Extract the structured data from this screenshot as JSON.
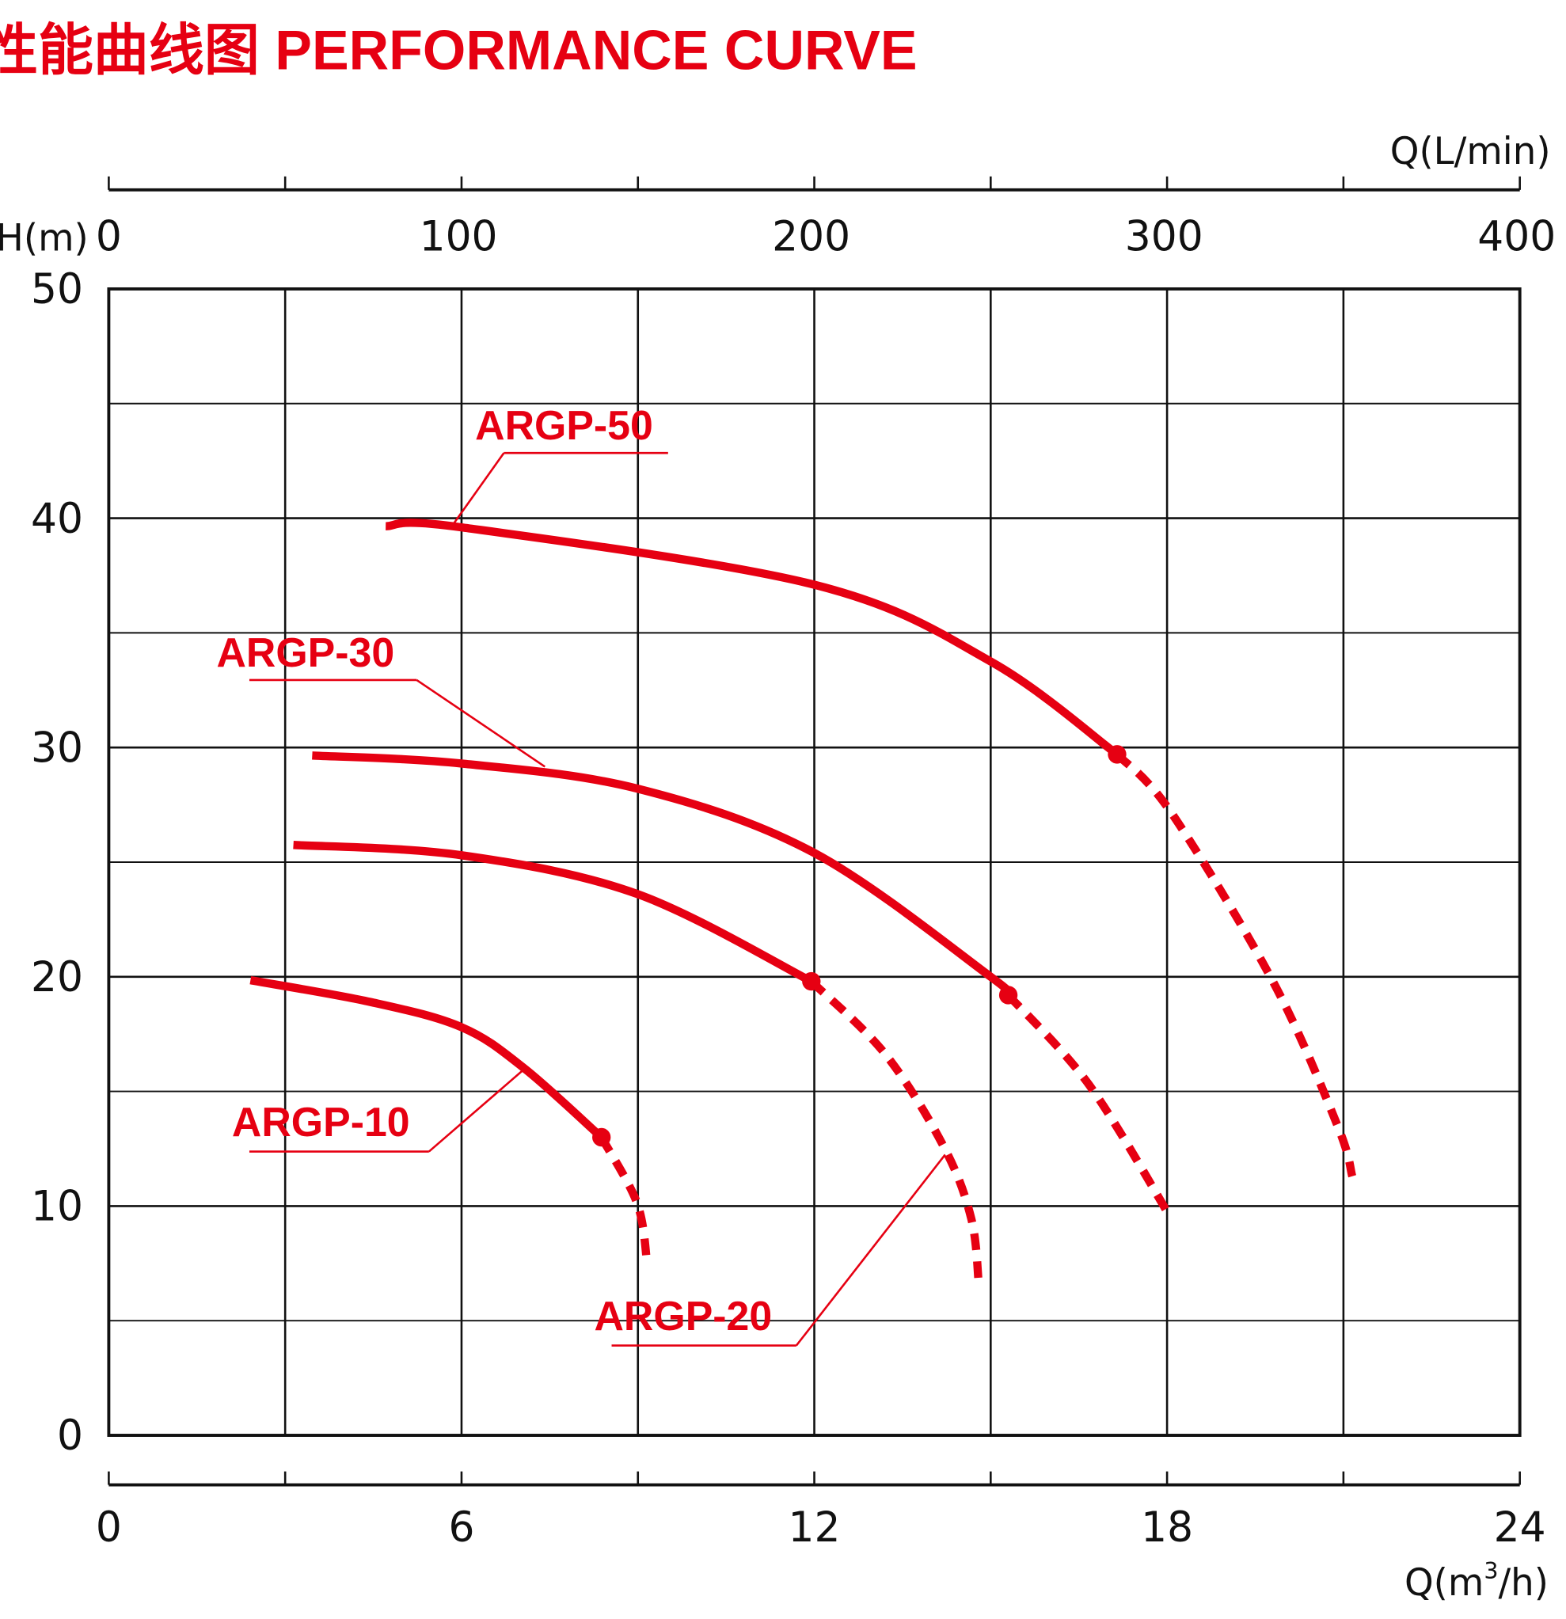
{
  "title": "性能曲线图  PERFORMANCE CURVE",
  "colors": {
    "curve": "#e60012",
    "grid": "#111111"
  },
  "chart_data": {
    "type": "line",
    "title": "性能曲线图  PERFORMANCE CURVE",
    "xlabel": "Q(m³/h)",
    "xlabel_base": "Q(m",
    "xlabel_sup": "3",
    "xlabel_tail": "/h)",
    "x2label": "Q(L/min)",
    "ylabel": "H(m)",
    "xlim": [
      0,
      24
    ],
    "x2lim": [
      0,
      400
    ],
    "ylim": [
      0,
      50
    ],
    "x_ticks": [
      "0",
      "6",
      "12",
      "18",
      "24"
    ],
    "x2_ticks": [
      "0",
      "100",
      "200",
      "300",
      "400"
    ],
    "y_ticks": [
      "0",
      "10",
      "20",
      "30",
      "40",
      "50"
    ],
    "grid": true,
    "series": [
      {
        "name": "ARGP-10",
        "solid": [
          [
            2.41,
            19.85
          ],
          [
            4.45,
            18.9
          ],
          [
            6,
            17.8
          ],
          [
            7.07,
            16.0
          ],
          [
            8.38,
            13.0
          ]
        ],
        "dashed": [
          [
            8.38,
            13.0
          ],
          [
            8.99,
            10.1
          ],
          [
            9.16,
            7.4
          ]
        ]
      },
      {
        "name": "ARGP-20",
        "solid": [
          [
            3.14,
            25.75
          ],
          [
            6,
            25.3
          ],
          [
            9,
            23.6
          ],
          [
            11.95,
            19.8
          ]
        ],
        "dashed": [
          [
            11.95,
            19.8
          ],
          [
            13.2,
            16.65
          ],
          [
            14.2,
            12.6
          ],
          [
            14.67,
            9.45
          ],
          [
            14.8,
            6.5
          ]
        ]
      },
      {
        "name": "ARGP-30",
        "solid": [
          [
            3.46,
            29.65
          ],
          [
            6,
            29.3
          ],
          [
            9,
            28.2
          ],
          [
            12,
            25.4
          ],
          [
            15,
            20.0
          ],
          [
            15.3,
            19.2
          ]
        ],
        "dashed": [
          [
            15.3,
            19.2
          ],
          [
            16.67,
            15.3
          ],
          [
            18.06,
            9.5
          ]
        ]
      },
      {
        "name": "ARGP-50",
        "solid": [
          [
            4.71,
            39.65
          ],
          [
            6,
            39.6
          ],
          [
            12,
            37.1
          ],
          [
            15,
            33.75
          ],
          [
            17.15,
            29.7
          ]
        ],
        "dashed": [
          [
            17.15,
            29.7
          ],
          [
            18.06,
            27.2
          ],
          [
            19.8,
            19.8
          ],
          [
            20.9,
            13.5
          ],
          [
            21.15,
            11.3
          ]
        ]
      }
    ]
  }
}
